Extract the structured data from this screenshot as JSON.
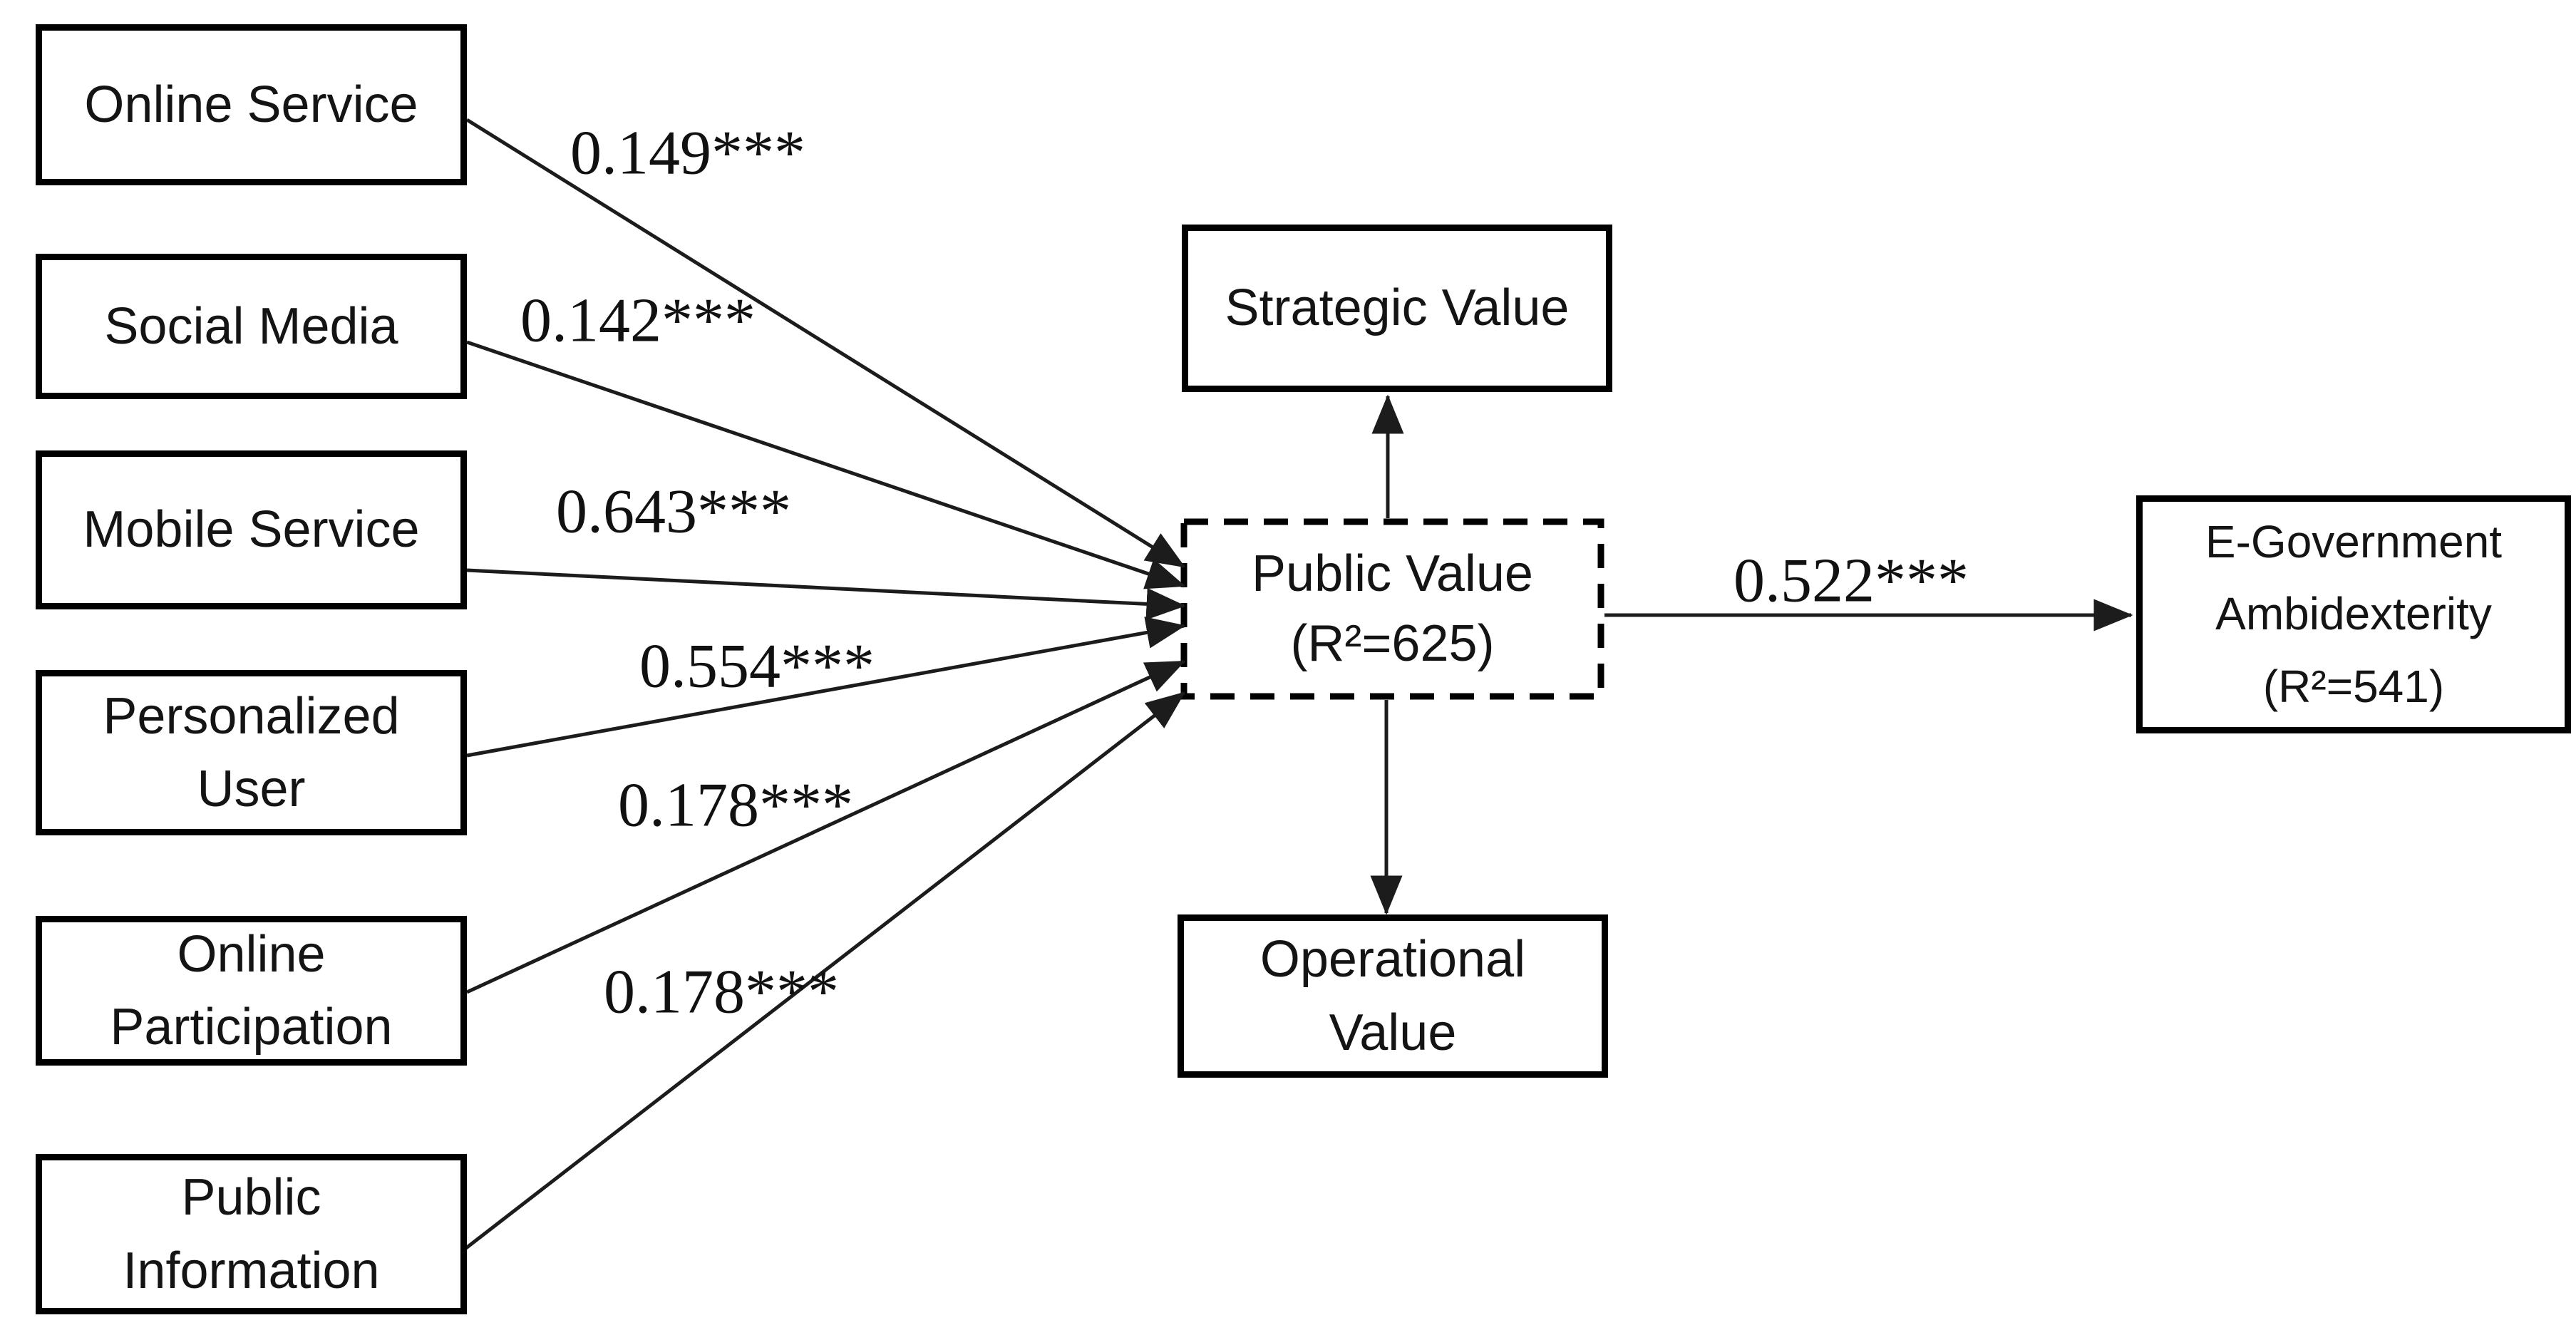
{
  "background": "#ffffff",
  "line_color": "#1c1c1c",
  "text_color": "#141414",
  "nodes": {
    "online_service": {
      "label": "Online Service"
    },
    "social_media": {
      "label": "Social Media"
    },
    "mobile_service": {
      "label": "Mobile Service"
    },
    "personalized_user": {
      "label": "Personalized\nUser"
    },
    "online_participation": {
      "label": "Online\nParticipation"
    },
    "public_information": {
      "label": "Public\nInformation"
    },
    "public_value": {
      "label": "Public Value\n(R²=625)"
    },
    "strategic_value": {
      "label": "Strategic Value"
    },
    "operational_value": {
      "label": "Operational\nValue"
    },
    "egov_ambidexterity": {
      "label": "E-Government\nAmbidexterity\n(R²=541)"
    }
  },
  "edges": [
    {
      "from": "online_service",
      "to": "public_value",
      "label": "0.149***"
    },
    {
      "from": "social_media",
      "to": "public_value",
      "label": "0.142***"
    },
    {
      "from": "mobile_service",
      "to": "public_value",
      "label": "0.643***"
    },
    {
      "from": "personalized_user",
      "to": "public_value",
      "label": "0.554***"
    },
    {
      "from": "online_participation",
      "to": "public_value",
      "label": "0.178***"
    },
    {
      "from": "public_information",
      "to": "public_value",
      "label": "0.178***"
    },
    {
      "from": "public_value",
      "to": "strategic_value",
      "label": ""
    },
    {
      "from": "public_value",
      "to": "operational_value",
      "label": ""
    },
    {
      "from": "public_value",
      "to": "egov_ambidexterity",
      "label": "0.522***"
    }
  ]
}
